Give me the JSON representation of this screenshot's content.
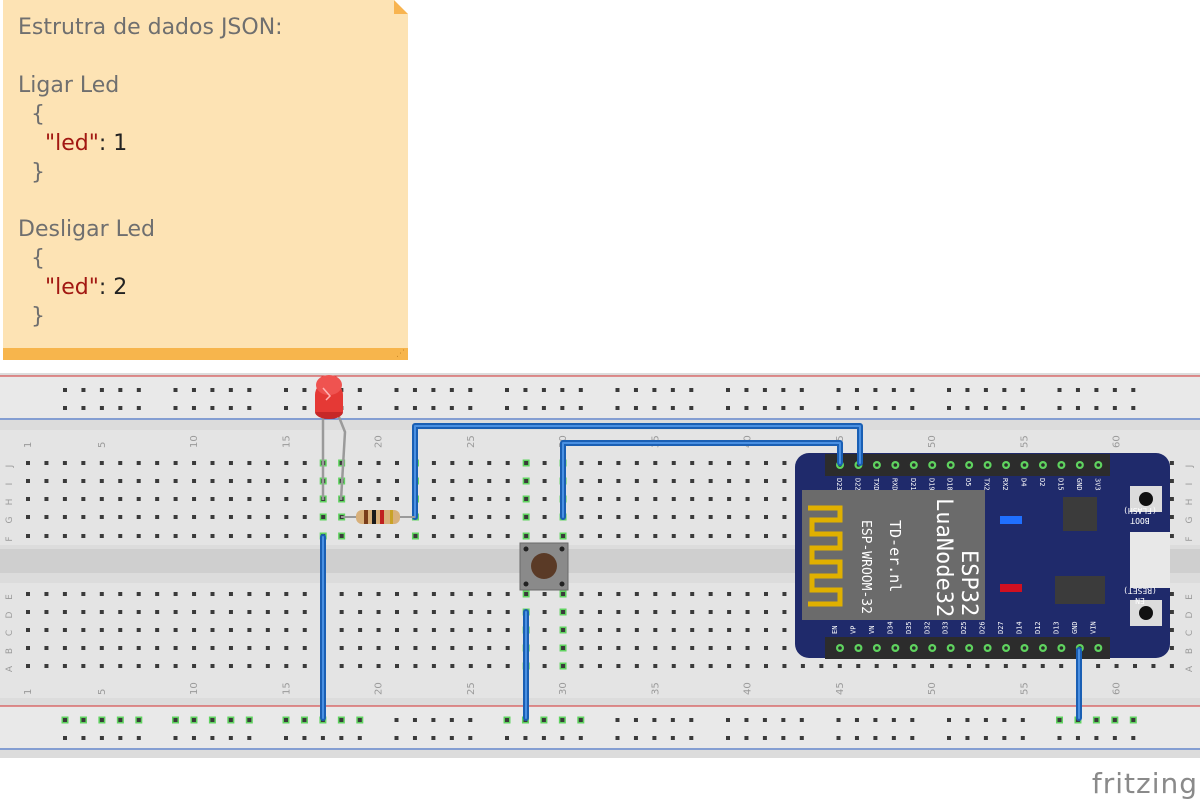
{
  "note": {
    "title": "Estrutra de dados JSON:",
    "on_label": "Ligar Led",
    "on_open": "{",
    "on_key": "\"led\"",
    "on_sep": ":",
    "on_value": "1",
    "on_close": "}",
    "off_label": "Desligar Led",
    "off_open": "{",
    "off_key": "\"led\"",
    "off_sep": ":",
    "off_value": "2",
    "off_close": "}"
  },
  "breadboard": {
    "column_numbers_top": [
      "1",
      "5",
      "10",
      "15",
      "20",
      "25",
      "30",
      "35",
      "40",
      "45",
      "50",
      "55",
      "60"
    ],
    "column_numbers_bottom": [
      "1",
      "5",
      "10",
      "15",
      "20",
      "25",
      "30",
      "35",
      "40",
      "45",
      "50",
      "55",
      "60"
    ],
    "row_letters_top": [
      "J",
      "I",
      "H",
      "G",
      "F"
    ],
    "row_letters_bottom": [
      "E",
      "D",
      "C",
      "B",
      "A"
    ]
  },
  "board": {
    "module_label": "ESP-WROOM-32",
    "maker_label": "TD-er.nl",
    "name_line1": "LuaNode32",
    "name_line2": "ESP32",
    "boot_label": "BOOT",
    "flash_label": "(FLASH)",
    "en_label": "EN",
    "reset_label": "(RESET)",
    "top_pins": [
      "D23",
      "D22",
      "TXD",
      "RXD",
      "D21",
      "D19",
      "D18",
      "D5",
      "TX2",
      "RX2",
      "D4",
      "D2",
      "D15",
      "GND",
      "3V3"
    ],
    "bottom_pins": [
      "EN",
      "VP",
      "VN",
      "D34",
      "D35",
      "D32",
      "D33",
      "D25",
      "D26",
      "D27",
      "D14",
      "D12",
      "D13",
      "GND",
      "VIN"
    ]
  },
  "colors": {
    "wire": "#1a5fb4",
    "wire_light": "#4a90e2",
    "rail_red": "#d32f2f",
    "rail_blue": "#2d5fc8",
    "note_bg": "#fde3b4",
    "note_bar": "#f7b54c",
    "board": "#1f2a6b",
    "led": "#e53935",
    "hole_active": "#5fd35f"
  },
  "logo": {
    "text": "fritzing"
  }
}
